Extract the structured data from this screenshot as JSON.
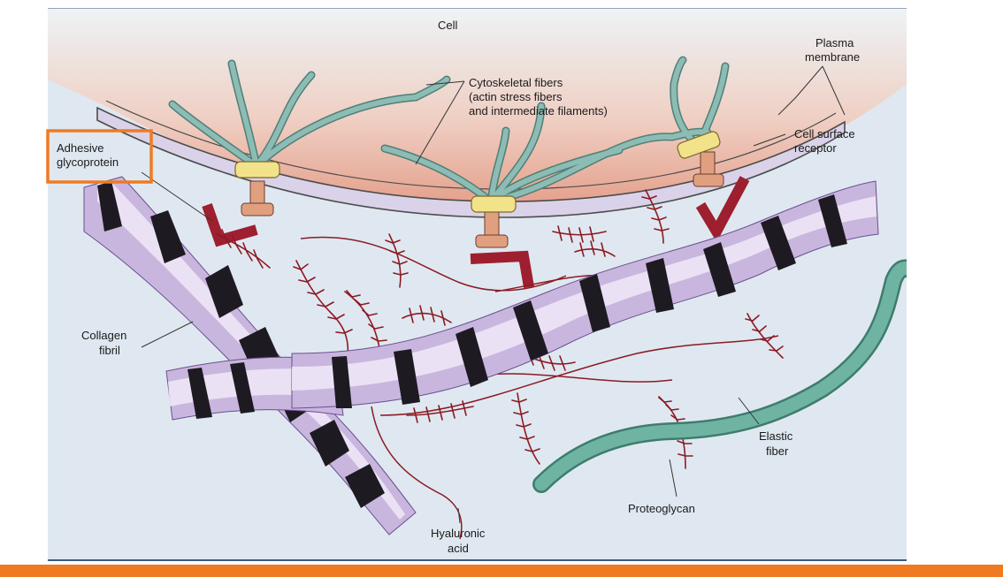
{
  "labels": {
    "cell": "Cell",
    "plasma_membrane": [
      "Plasma",
      "membrane"
    ],
    "cytoskeletal": [
      "Cytoskeletal fibers",
      "(actin stress fibers",
      "and intermediate filaments)"
    ],
    "cell_surface_receptor": [
      "Cell surface",
      "receptor"
    ],
    "adhesive_glycoprotein": [
      "Adhesive",
      "glycoprotein"
    ],
    "collagen_fibril": [
      "Collagen",
      "fibril"
    ],
    "elastic_fiber": [
      "Elastic",
      "fiber"
    ],
    "proteoglycan": "Proteoglycan",
    "hyaluronic_acid": [
      "Hyaluronic",
      "acid"
    ]
  },
  "colors": {
    "background": "#dfe8f0",
    "cell_top": "#e8f0f4",
    "cell_bottom": "#e4a08c",
    "membrane_fill": "#d9d0e6",
    "membrane_line": "#5a5a5a",
    "cytoskeleton": "#7fb1aa",
    "cytoskeleton_edge": "#4f7f78",
    "receptor_cap": "#f2e38a",
    "receptor_stem": "#e0a080",
    "adhesive": "#9e1f2f",
    "collagen_light": "#e6ddf0",
    "collagen_dark": "#8a69ae",
    "collagen_band": "#1e1a22",
    "elastic": "#5fa393",
    "proteoglycan": "#8c1a24",
    "highlight": "#f07a22"
  }
}
